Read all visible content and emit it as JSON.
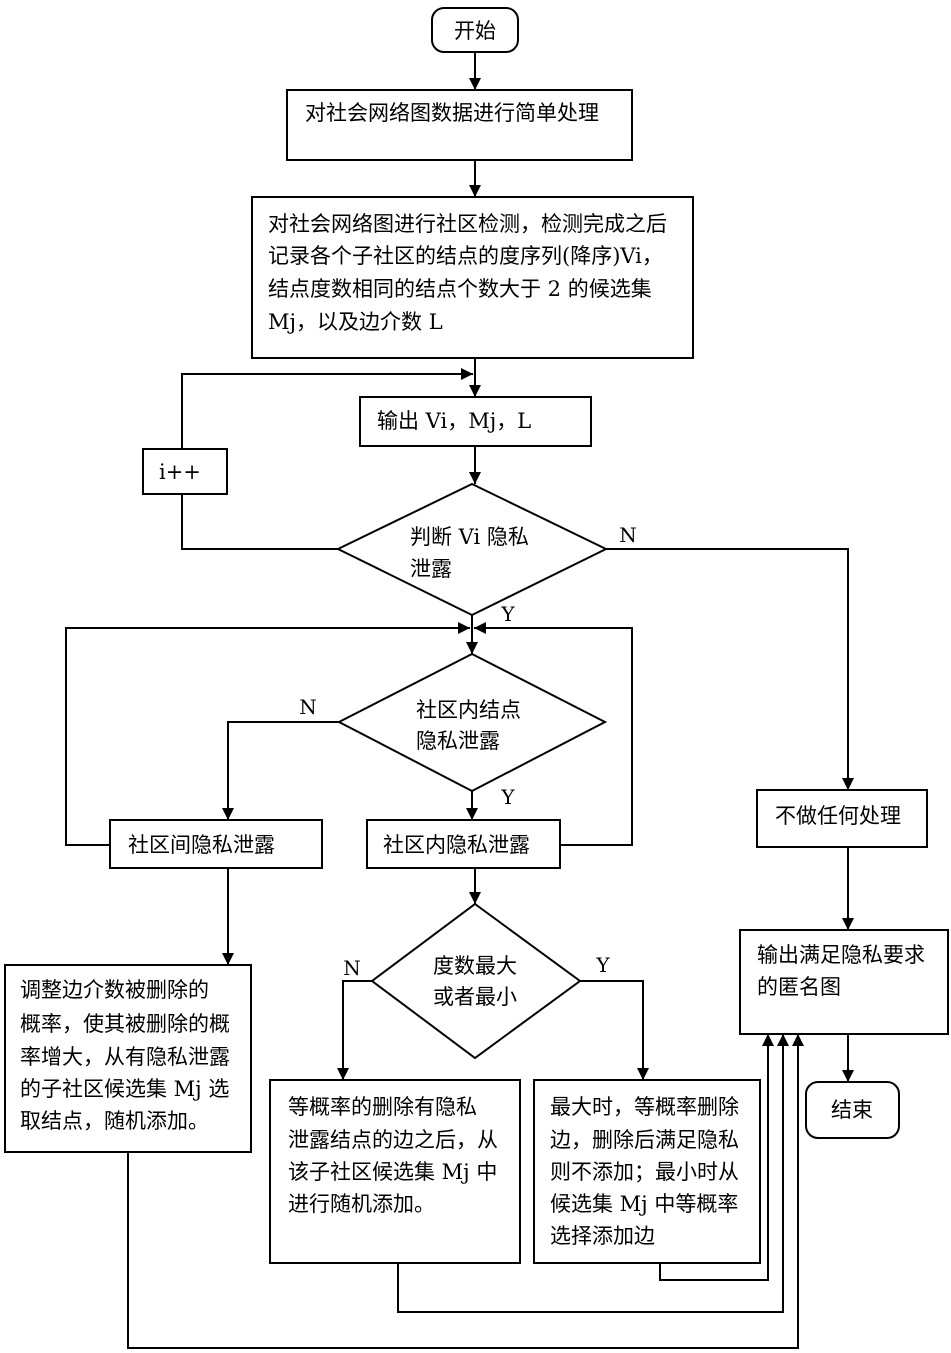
{
  "flowchart": {
    "start": "开始",
    "preprocess": "对社会网络图数据进行简单处理",
    "community_detection": [
      "对社会网络图进行社区检测，检测完成之后",
      "记录各个子社区的结点的度序列(降序)Vi，",
      "结点度数相同的结点个数大于 2 的候选集",
      "Mj，以及边介数 L"
    ],
    "output_params": "输出 Vi，Mj，L",
    "increment": "i++",
    "judge_vi": [
      "判断 Vi 隐私",
      "泄露"
    ],
    "judge_intra": [
      "社区内结点",
      "隐私泄露"
    ],
    "inter_leak": "社区间隐私泄露",
    "intra_leak": "社区内隐私泄露",
    "no_process": "不做任何处理",
    "degree_check": [
      "度数最大",
      "或者最小"
    ],
    "adjust_inter": [
      "调整边介数被删除的",
      "概率，使其被删除的概",
      "率增大，从有隐私泄露",
      "的子社区候选集 Mj 选",
      "取结点，随机添加。"
    ],
    "equal_delete": [
      "等概率的删除有隐私",
      "泄露结点的边之后，从",
      "该子社区候选集 Mj 中",
      "进行随机添加。"
    ],
    "max_min": [
      "最大时，等概率删除",
      "边，删除后满足隐私",
      "则不添加；最小时从",
      "候选集 Mj 中等概率",
      "选择添加边"
    ],
    "output_graph": [
      "输出满足隐私要求",
      "的匿名图"
    ],
    "end": "结束"
  },
  "edge_labels": {
    "judge_vi_no": "N",
    "judge_vi_yes": "Y",
    "judge_intra_no": "N",
    "judge_intra_yes": "Y",
    "degree_no": "N",
    "degree_yes": "Y"
  }
}
